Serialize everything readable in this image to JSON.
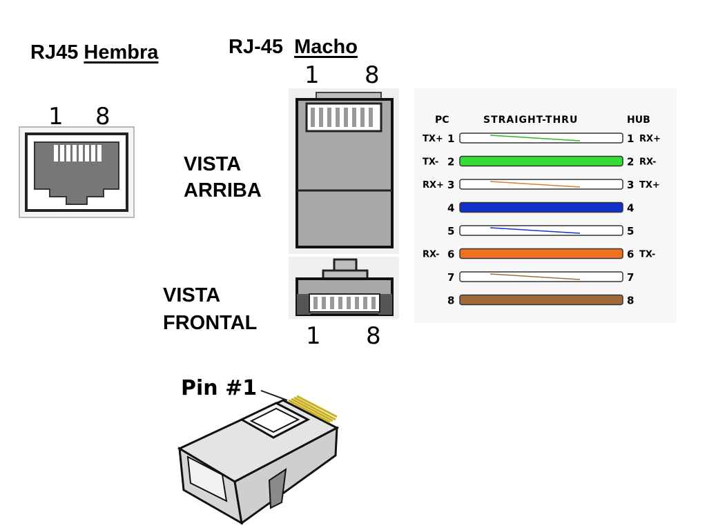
{
  "titles": {
    "hembra_prefix": "RJ45",
    "hembra_word": "Hembra",
    "macho_prefix": "RJ-45",
    "macho_word": "Macho"
  },
  "labels": {
    "vista_arriba_1": "VISTA",
    "vista_arriba_2": "ARRIBA",
    "vista_frontal_1": "VISTA",
    "vista_frontal_2": "FRONTAL",
    "pin1": "Pin #1"
  },
  "pins": {
    "hembra_left": "1",
    "hembra_right": "8",
    "macho_top_left": "1",
    "macho_top_right": "8",
    "macho_bottom_left": "1",
    "macho_bottom_right": "8"
  },
  "wiring": {
    "header_left": "PC",
    "header_mid": "STRAIGHT-THRU",
    "header_right": "HUB",
    "wires": [
      {
        "pin": "1",
        "left": "TX+",
        "right": "RX+",
        "color": "#2ab52a",
        "striped": true
      },
      {
        "pin": "2",
        "left": "TX-",
        "right": "RX-",
        "color": "#33dd33",
        "striped": false
      },
      {
        "pin": "3",
        "left": "RX+",
        "right": "TX+",
        "color": "#e07a2a",
        "striped": true
      },
      {
        "pin": "4",
        "left": "",
        "right": "",
        "color": "#1133cc",
        "striped": false
      },
      {
        "pin": "5",
        "left": "",
        "right": "",
        "color": "#1133cc",
        "striped": true
      },
      {
        "pin": "6",
        "left": "RX-",
        "right": "TX-",
        "color": "#f07020",
        "striped": false
      },
      {
        "pin": "7",
        "left": "",
        "right": "",
        "color": "#a06a3a",
        "striped": true
      },
      {
        "pin": "8",
        "left": "",
        "right": "",
        "color": "#a06a3a",
        "striped": false
      }
    ]
  }
}
